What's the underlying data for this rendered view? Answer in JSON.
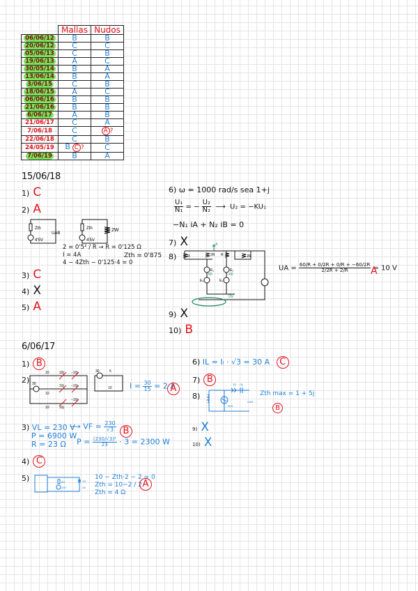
{
  "summary_table": {
    "headers": [
      "Mallas",
      "Nudos"
    ],
    "rows": [
      {
        "date": "06/06/12",
        "mallas": "B",
        "nudos": "B",
        "highlight": true
      },
      {
        "date": "20/06/12",
        "mallas": "C",
        "nudos": "C",
        "highlight": true
      },
      {
        "date": "05/06/13",
        "mallas": "C",
        "nudos": "B",
        "highlight": true
      },
      {
        "date": "19/06/13",
        "mallas": "A",
        "nudos": "C",
        "highlight": true
      },
      {
        "date": "30/05/14",
        "mallas": "B",
        "nudos": "A",
        "highlight": true
      },
      {
        "date": "13/06/14",
        "mallas": "B",
        "nudos": "A",
        "highlight": true
      },
      {
        "date": "3/06/15",
        "mallas": "C",
        "nudos": "B",
        "highlight": true
      },
      {
        "date": "18/06/15",
        "mallas": "A",
        "nudos": "C",
        "highlight": true
      },
      {
        "date": "06/06/16",
        "mallas": "B",
        "nudos": "B",
        "highlight": true
      },
      {
        "date": "21/06/16",
        "mallas": "B",
        "nudos": "B",
        "highlight": true
      },
      {
        "date": "6/06/17",
        "mallas": "A",
        "nudos": "B",
        "highlight": true
      },
      {
        "date": "21/06/17",
        "mallas": "C",
        "nudos": "A",
        "highlight": false
      },
      {
        "date": "7/06/18",
        "mallas": "C",
        "nudos": "A",
        "nudos_circled": true,
        "nudos_note": "?",
        "highlight": false
      },
      {
        "date": "22/06/18",
        "mallas": "C",
        "nudos": "B",
        "highlight": false
      },
      {
        "date": "24/05/19",
        "mallas": "B",
        "mallas_alt": "C",
        "mallas_note": "?",
        "nudos": "C",
        "highlight": false
      },
      {
        "date": "7/06/19",
        "mallas": "B",
        "nudos": "A",
        "highlight": true
      }
    ]
  },
  "exam_2018": {
    "heading": "15/06/18",
    "q1": {
      "num": "1)",
      "answer": "C"
    },
    "q2": {
      "num": "2)",
      "answer": "A",
      "circuit1": {
        "impedance": "Zth",
        "source": "4'5V",
        "output": "UAB"
      },
      "circuit2": {
        "impedance": "Zth",
        "source": "4'5V",
        "load": "2W"
      },
      "work": [
        "2 = 0'5² / R → R = 0'125 Ω",
        "I = 4A",
        "4 − 4Zth − 0'125·4 = 0"
      ],
      "result": "Zth = 0'875"
    },
    "q3": {
      "num": "3)",
      "answer": "C"
    },
    "q4": {
      "num": "4)",
      "answer": "X"
    },
    "q5": {
      "num": "5)",
      "answer": "A"
    },
    "q6": {
      "num": "6)",
      "line1": "ω = 1000 rad/s  sea 1+j",
      "eq1_lhs_top": "U₁",
      "eq1_lhs_bot": "N₁",
      "eq1_mid": "= −",
      "eq1_rhs_top": "U₂",
      "eq1_rhs_bot": "N₂",
      "eq1_result": "U₂ = −KU₁",
      "eq2": "−N₁ iA + N₂ iB = 0"
    },
    "q7": {
      "num": "7)",
      "answer": "X"
    },
    "q8": {
      "num": "8)",
      "labels": {
        "r1": "R",
        "r2": "2R",
        "r3": "R",
        "r4": "2R",
        "e1": "E₁",
        "e2": "E₂",
        "e3": "E₃",
        "e4": "E₄",
        "v1": "60",
        "v2": "−60",
        "node": "0V",
        "arrow": "A"
      },
      "formula_lhs": "UA =",
      "num_terms": [
        "60/R",
        "0/2R",
        "0/R",
        "−60/2R"
      ],
      "den_terms": [
        "2/2R",
        "2/R"
      ],
      "result": "= 10 V",
      "answer": "A"
    },
    "q9": {
      "num": "9)",
      "answer": "X"
    },
    "q10": {
      "num": "10)",
      "answer": "B"
    }
  },
  "exam_2017": {
    "heading": "6/06/17",
    "q1": {
      "num": "1)",
      "answer": "B"
    },
    "q2": {
      "num": "2)",
      "labels": {
        "r_top": "10",
        "c_top": "10j",
        "l_top": "−10j",
        "src": "30",
        "r_mid": "10",
        "c_mid": "10j",
        "l_mid": "−10j",
        "r_bot": "10",
        "c_bot": "10j",
        "l_bot": "−10j"
      },
      "simplified": {
        "src": "30",
        "r1": "5",
        "r2": "10"
      },
      "equation": {
        "lhs": "I =",
        "num": "30",
        "den": "15",
        "rhs": "= 2 A"
      },
      "answer": "A"
    },
    "q3": {
      "num": "3)",
      "lines": [
        "VL = 230 V",
        "P = 6900 W",
        "R = 23 Ω"
      ],
      "vf": {
        "lhs": "VF =",
        "num": "230",
        "den": "√3"
      },
      "p": {
        "lhs": "P =",
        "num": "(230/√3)²",
        "den": "23",
        "rhs": "· 3 = 2300 W"
      },
      "answer": "B"
    },
    "q4": {
      "num": "4)",
      "answer": "C"
    },
    "q5": {
      "num": "5)",
      "labels": {
        "src1": "8Ω",
        "src2": "10V",
        "r": "1Ω",
        "i": "2A"
      },
      "work": [
        "10 − Zth·2 − 2 = 0",
        "Zth = 10−2 / 2",
        "Zth = 4 Ω"
      ],
      "answer": "A"
    },
    "q6": {
      "num": "6)",
      "equation": "IL = Iₗ · √3 = 30 A",
      "answer": "C"
    },
    "q7": {
      "num": "7)",
      "answer": "B"
    },
    "q8": {
      "num": "8)",
      "labels": {
        "l": "1Ω",
        "c": "−5j",
        "src": "50Ω",
        "out": "UAB"
      },
      "result": "Zth max = 1 + 5j",
      "answer": "B"
    },
    "q9": {
      "num": "9)",
      "answer": "X"
    },
    "q10": {
      "num": "10)",
      "answer": "X"
    }
  }
}
